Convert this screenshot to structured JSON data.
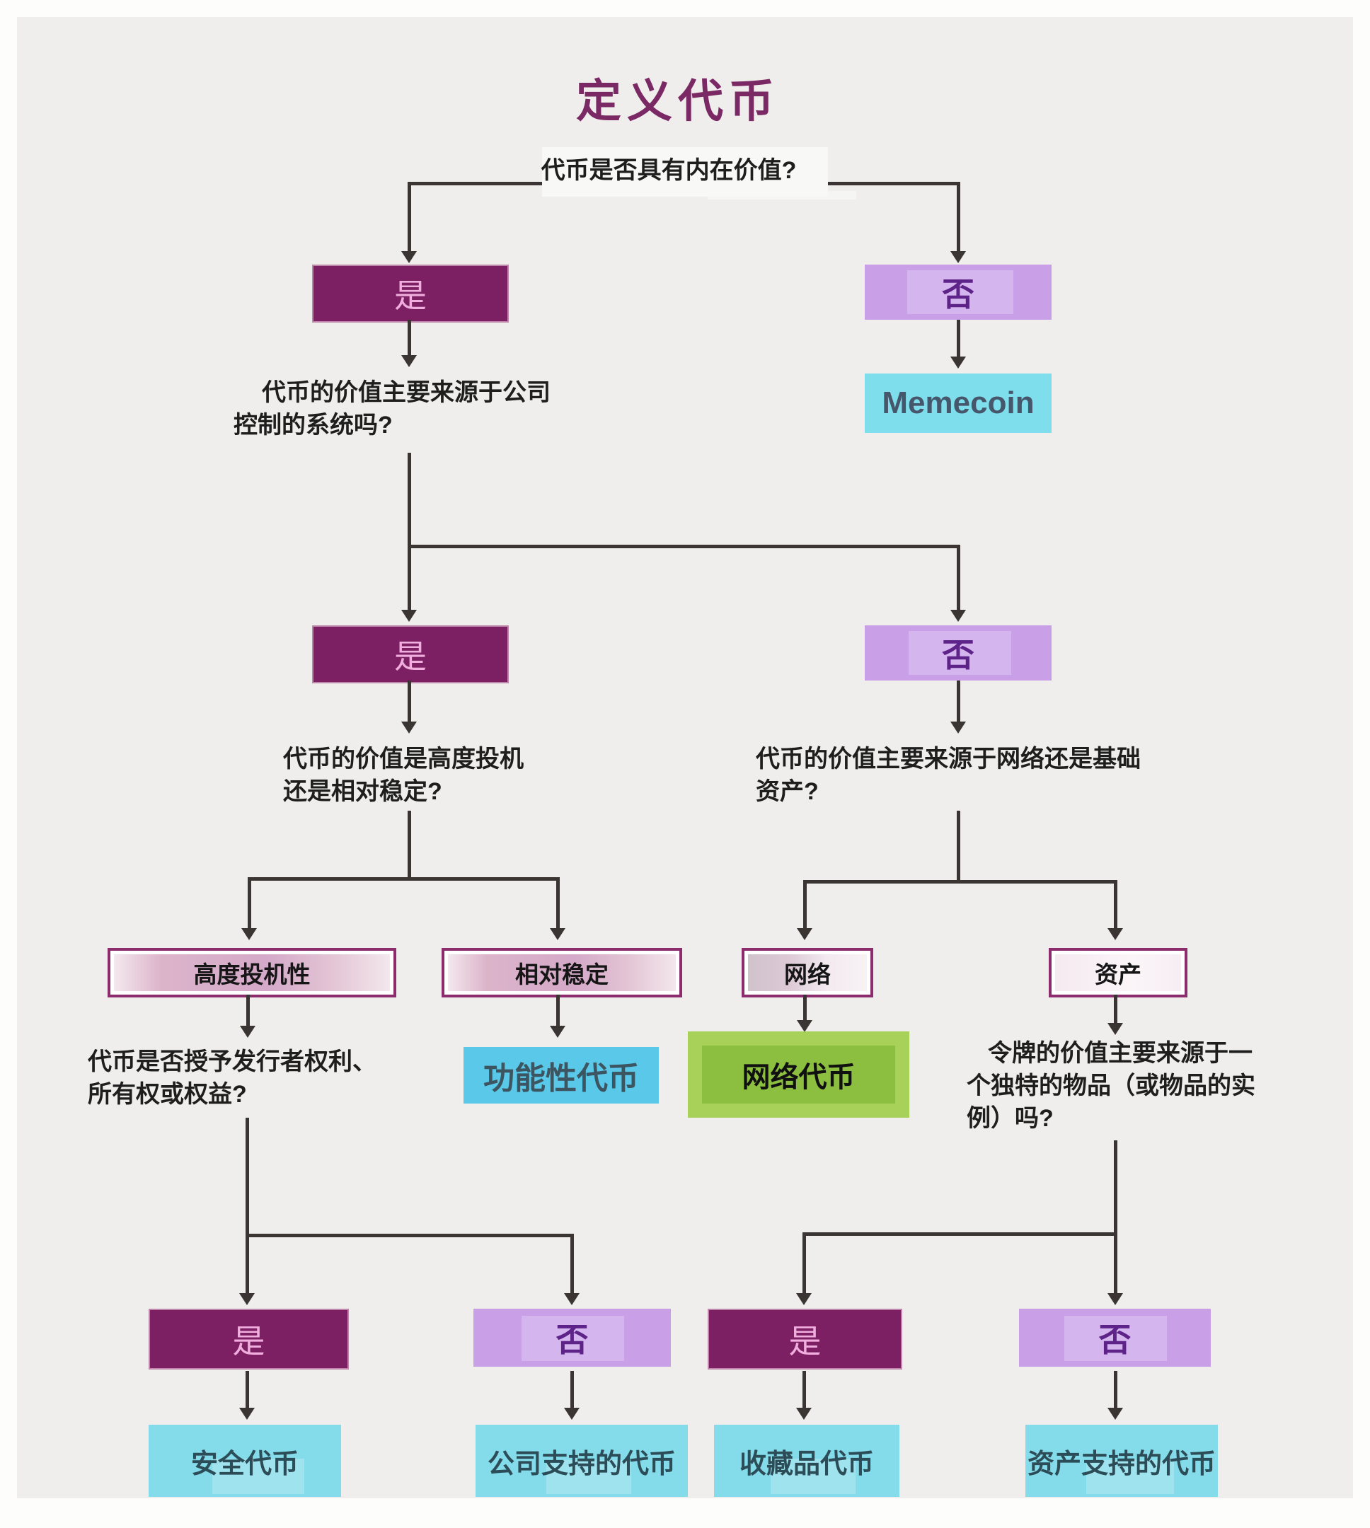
{
  "title": "定义代币",
  "labels": {
    "yes": "是",
    "no": "否"
  },
  "questions": {
    "q1": "代币是否具有内在价值?",
    "q2": [
      "代币的价值主要来源于公司",
      "控制的系统吗?"
    ],
    "q3_left": [
      "代币的价值是高度投机",
      "还是相对稳定?"
    ],
    "q3_right": [
      "代币的价值主要来源于网络还是基础",
      "资产?"
    ],
    "q4_left": [
      "代币是否授予发行者权利、",
      "所有权或权益?"
    ],
    "q4_right": [
      "令牌的价值主要来源于一",
      "个独特的物品（或物品的实",
      "例）吗?"
    ]
  },
  "options": {
    "highly_speculative": "高度投机性",
    "relatively_stable": "相对稳定",
    "network": "网络",
    "asset": "资产"
  },
  "outcomes": {
    "memecoin": "Memecoin",
    "utility_token": "功能性代币",
    "network_token": "网络代币",
    "security_token": "安全代币",
    "company_backed_token": "公司支持的代币",
    "collectible_token": "收藏品代币",
    "asset_backed_token": "资产支持的代币"
  },
  "colors": {
    "background_panel": "#efeeec",
    "title_text": "#7b2965",
    "yes_box": "#7d1f63",
    "yes_text": "#f0aede",
    "no_box": "#c9a0e8",
    "no_text": "#5d2388",
    "memecoin_box": "#7edeec",
    "utility_box": "#5ac8e9",
    "final_box": "#84dbea",
    "green_outer": "#a7d158",
    "green_inner": "#8cbe3f",
    "outline_border": "#8c2c6d",
    "connector": "#3a3533"
  }
}
